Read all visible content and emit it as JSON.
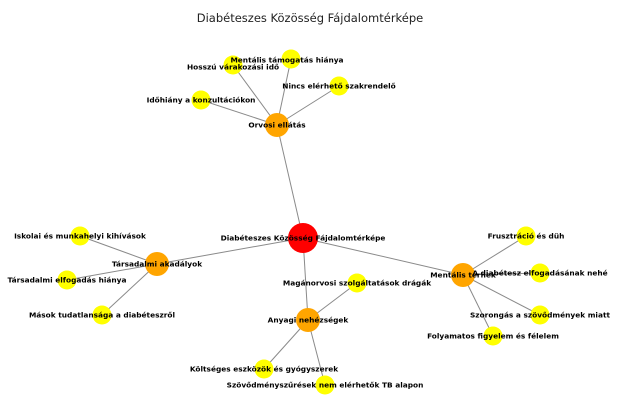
{
  "title": "Diabéteszes Közösség Fájdalomtérképe",
  "colors": {
    "central": "#ff0000",
    "category": "#ffa500",
    "leaf": "#ffff00",
    "edge": "#8a8a8a"
  },
  "nodes": {
    "center": {
      "label": "Diabéteszes Közösség Fájdalomtérképe",
      "level": "central"
    },
    "orvosi": {
      "label": "Orvosi ellátás",
      "level": "category"
    },
    "tarsadalmi": {
      "label": "Társadalmi akadályok",
      "level": "category"
    },
    "anyagi": {
      "label": "Anyagi nehézségek",
      "level": "category"
    },
    "mentalis": {
      "label": "Mentális terhek",
      "level": "category"
    },
    "o1": {
      "label": "Hosszú várakozási idő",
      "level": "leaf"
    },
    "o2": {
      "label": "Mentális támogatás hiánya",
      "level": "leaf"
    },
    "o3": {
      "label": "Nincs elérhető szakrendelő",
      "level": "leaf"
    },
    "o4": {
      "label": "Időhiány a konzultációkon",
      "level": "leaf"
    },
    "t1": {
      "label": "Iskolai és munkahelyi kihívások",
      "level": "leaf"
    },
    "t2": {
      "label": "Társadalmi elfogadás hiánya",
      "level": "leaf"
    },
    "t3": {
      "label": "Mások tudatlansága a diabéteszről",
      "level": "leaf"
    },
    "a1": {
      "label": "Magánorvosi szolgáltatások drágák",
      "level": "leaf"
    },
    "a2": {
      "label": "Költséges eszközök és gyógyszerek",
      "level": "leaf"
    },
    "a3": {
      "label": "Szövődményszűrések nem elérhetők TB alapon",
      "level": "leaf"
    },
    "m1": {
      "label": "Frusztráció és düh",
      "level": "leaf"
    },
    "m2": {
      "label": "A diabétesz elfogadásának nehé",
      "level": "leaf"
    },
    "m3": {
      "label": "Szorongás a szövődmények miatt",
      "level": "leaf"
    },
    "m4": {
      "label": "Folyamatos figyelem és félelem",
      "level": "leaf"
    }
  },
  "edges": [
    [
      "center",
      "orvosi"
    ],
    [
      "center",
      "tarsadalmi"
    ],
    [
      "center",
      "anyagi"
    ],
    [
      "center",
      "mentalis"
    ],
    [
      "orvosi",
      "o1"
    ],
    [
      "orvosi",
      "o2"
    ],
    [
      "orvosi",
      "o3"
    ],
    [
      "orvosi",
      "o4"
    ],
    [
      "tarsadalmi",
      "t1"
    ],
    [
      "tarsadalmi",
      "t2"
    ],
    [
      "tarsadalmi",
      "t3"
    ],
    [
      "anyagi",
      "a1"
    ],
    [
      "anyagi",
      "a2"
    ],
    [
      "anyagi",
      "a3"
    ],
    [
      "mentalis",
      "m1"
    ],
    [
      "mentalis",
      "m2"
    ],
    [
      "mentalis",
      "m3"
    ],
    [
      "mentalis",
      "m4"
    ]
  ]
}
